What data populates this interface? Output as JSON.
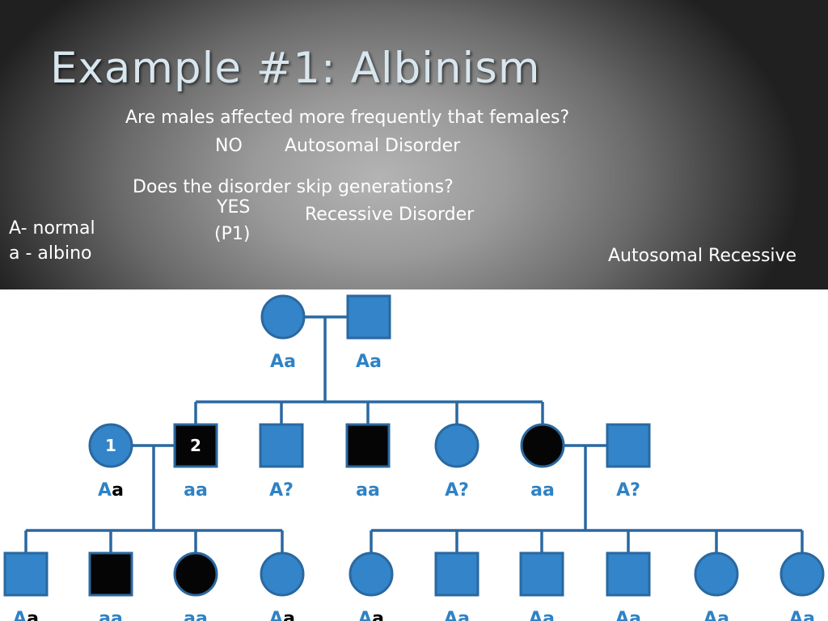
{
  "title": "Example #1: Albinism",
  "question1": "Are males affected more frequently that females?",
  "answer1": "NO",
  "conclusion1": "Autosomal Disorder",
  "question2": "Does the disorder skip generations?",
  "answer2_line1": "YES",
  "answer2_line2": "(P1)",
  "conclusion2": "Recessive Disorder",
  "legend": {
    "normal": "A- normal",
    "albino": "a - albino"
  },
  "final_conclusion": "Autosomal Recessive",
  "colors": {
    "unaffected": "#3384c8",
    "affected": "#050505",
    "line": "#2a68a0",
    "genotype_text": "#2f82c4"
  },
  "pedigree": {
    "generation1": [
      {
        "sex": "female",
        "affected": false,
        "genotype": "Aa"
      },
      {
        "sex": "male",
        "affected": false,
        "genotype": "Aa"
      }
    ],
    "generation2": [
      {
        "sex": "female",
        "affected": false,
        "genotype": "Aa",
        "number": "1"
      },
      {
        "sex": "male",
        "affected": true,
        "genotype": "aa",
        "number": "2"
      },
      {
        "sex": "male",
        "affected": false,
        "genotype": "A?"
      },
      {
        "sex": "male",
        "affected": true,
        "genotype": "aa"
      },
      {
        "sex": "female",
        "affected": false,
        "genotype": "A?"
      },
      {
        "sex": "female",
        "affected": true,
        "genotype": "aa"
      },
      {
        "sex": "male",
        "affected": false,
        "genotype": "A?"
      }
    ],
    "generation3_left": [
      {
        "sex": "male",
        "affected": false,
        "genotype": "Aa"
      },
      {
        "sex": "male",
        "affected": true,
        "genotype": "aa"
      },
      {
        "sex": "female",
        "affected": true,
        "genotype": "aa"
      },
      {
        "sex": "female",
        "affected": false,
        "genotype": "Aa"
      }
    ],
    "generation3_right": [
      {
        "sex": "female",
        "affected": false,
        "genotype": "Aa"
      },
      {
        "sex": "male",
        "affected": false,
        "genotype": "Aa"
      },
      {
        "sex": "male",
        "affected": false,
        "genotype": "Aa"
      },
      {
        "sex": "male",
        "affected": false,
        "genotype": "Aa"
      },
      {
        "sex": "female",
        "affected": false,
        "genotype": "Aa"
      },
      {
        "sex": "female",
        "affected": false,
        "genotype": "Aa"
      }
    ]
  }
}
